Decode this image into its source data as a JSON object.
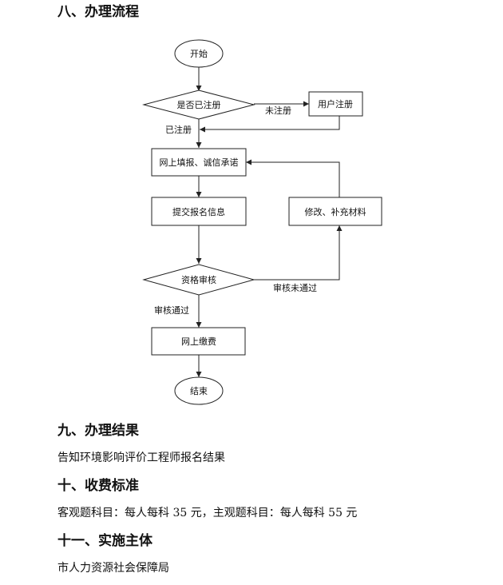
{
  "sections": {
    "process": {
      "title": "八、办理流程"
    },
    "result": {
      "title": "九、办理结果",
      "text": "告知环境影响评价工程师报名结果"
    },
    "fee": {
      "title": "十、收费标准",
      "text": "客观题科目：每人每科 35 元，主观题科目：每人每科 55 元"
    },
    "authority": {
      "title": "十一、实施主体",
      "text": "市人力资源社会保障局"
    }
  },
  "flowchart": {
    "start": "开始",
    "registered_check": "是否已注册",
    "user_register": "用户注册",
    "not_registered": "未注册",
    "registered": "已注册",
    "online_fill": "网上填报、诚信承诺",
    "submit_info": "提交报名信息",
    "revise_materials": "修改、补充材料",
    "qualification_review": "资格审核",
    "review_failed": "审核未通过",
    "review_passed": "审核通过",
    "online_payment": "网上缴费",
    "end": "结束"
  }
}
